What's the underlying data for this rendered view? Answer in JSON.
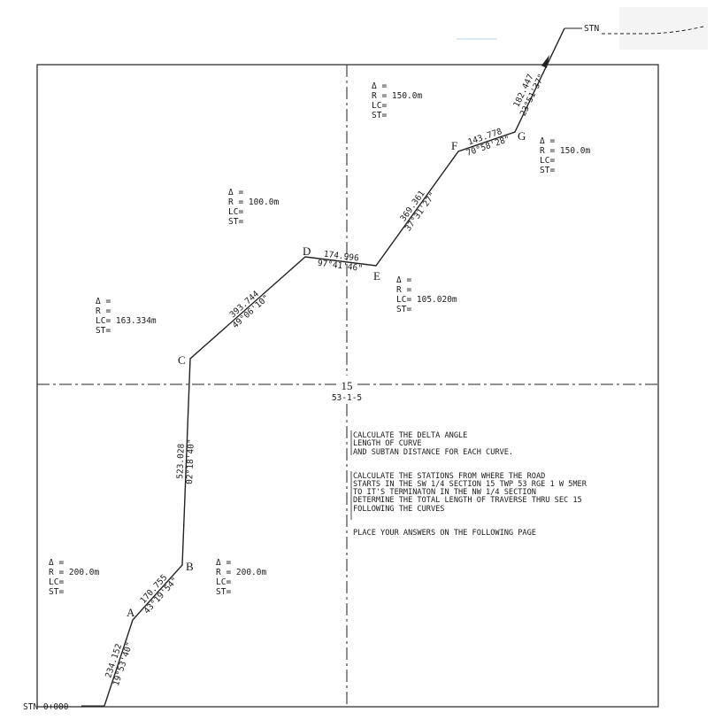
{
  "stations": {
    "start": "STN 0+000",
    "end": "STN"
  },
  "section": {
    "number": "15",
    "code": "53-1-5"
  },
  "points": {
    "A": "A",
    "B": "B",
    "C": "C",
    "D": "D",
    "E": "E",
    "F": "F",
    "G": "G"
  },
  "legs": [
    {
      "distance": "234.152",
      "bearing": "19°53'40\""
    },
    {
      "distance": "170.755",
      "bearing": "43°19'54\""
    },
    {
      "distance": "523.028",
      "bearing": "02°18'40\""
    },
    {
      "distance": "393.744",
      "bearing": "49°06'10\""
    },
    {
      "distance": "174.996",
      "bearing": "97°41'46\""
    },
    {
      "distance": "369.361",
      "bearing": "37°31'27\""
    },
    {
      "distance": "143.778",
      "bearing": "70°58'28\""
    },
    {
      "distance": "182.447",
      "bearing": "23°51'37\""
    }
  ],
  "curves": {
    "A": {
      "delta": "Δ =",
      "r": "R = 200.0m",
      "lc": "LC=",
      "st": "ST="
    },
    "B": {
      "delta": "Δ =",
      "r": "R = 200.0m",
      "lc": "LC=",
      "st": "ST="
    },
    "C": {
      "delta": "Δ =",
      "r": "R =",
      "lc": "LC= 163.334m",
      "st": "ST="
    },
    "D": {
      "delta": "Δ =",
      "r": "R = 100.0m",
      "lc": "LC=",
      "st": "ST="
    },
    "E": {
      "delta": "Δ =",
      "r": "R =",
      "lc": "LC= 105.020m",
      "st": "ST="
    },
    "F": {
      "delta": "Δ =",
      "r": "R = 150.0m",
      "lc": "LC=",
      "st": "ST="
    },
    "G": {
      "delta": "Δ =",
      "r": "R = 150.0m",
      "lc": "LC=",
      "st": "ST="
    }
  },
  "instructions": {
    "line1": "CALCULATE THE DELTA ANGLE",
    "line2": "LENGTH OF CURVE",
    "line3": "AND SUBTAN DISTANCE FOR EACH CURVE.",
    "line4": "CALCULATE THE STATIONS FROM WHERE THE ROAD",
    "line5": "STARTS IN THE SW 1/4 SECTION 15 TWP 53 RGE 1 W 5MER",
    "line6": "TO IT'S TERMINATON IN THE NW 1/4 SECTION",
    "line7": "DETERMINE THE TOTAL LENGTH OF TRAVERSE THRU SEC 15",
    "line8": "FOLLOWING THE CURVES",
    "line9": "PLACE YOUR ANSWERS ON THE FOLLOWING PAGE"
  }
}
